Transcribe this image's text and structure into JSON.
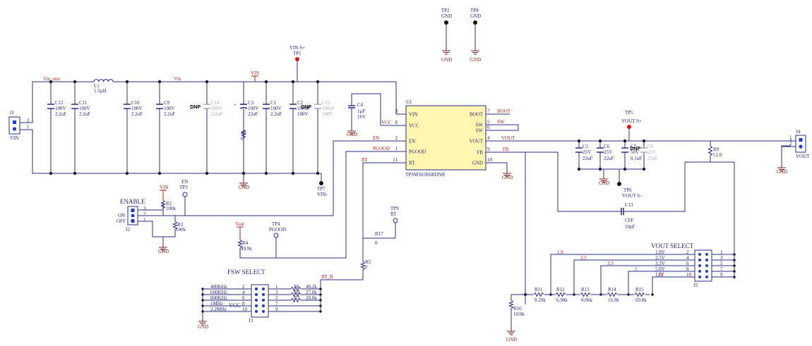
{
  "nets": {
    "vin_emi": "Vin_emi",
    "vin": "Vin",
    "vin_pwr": "VIN",
    "vcc": "VCC",
    "en": "EN",
    "pgood": "PGOOD",
    "rt": "RT",
    "boot": "BOOT",
    "sw": "SW",
    "vout": "VOUT",
    "vout_pwr": "Vout",
    "fb": "FB",
    "rt_r": "RT_R"
  },
  "gnd_label": "GND",
  "dnp_label": "DNP",
  "connectors": {
    "j1": {
      "ref": "J1",
      "name": "VIN",
      "pins": [
        "2",
        "1"
      ]
    },
    "j4": {
      "ref": "J4",
      "name": "VOUT",
      "pins": [
        "1",
        "2"
      ]
    },
    "j2": {
      "ref": "J2",
      "title": "ENABLE",
      "pins": [
        "3",
        "2",
        "1"
      ],
      "labels": [
        "ON",
        "OFF"
      ]
    },
    "j3": {
      "ref": "J3",
      "title": "FSW SELECT"
    },
    "j5": {
      "ref": "J5",
      "title": "VOUT SELECT"
    }
  },
  "inductor": {
    "ref": "L1",
    "value": "1.5µH"
  },
  "input_caps": [
    {
      "ref": "C12",
      "v": "100V",
      "val": "2.2uF"
    },
    {
      "ref": "C11",
      "v": "100V",
      "val": "2.2uF"
    },
    {
      "ref": "C10",
      "v": "100V",
      "val": "2.2uF"
    },
    {
      "ref": "C9",
      "v": "100V",
      "val": "2.2uF"
    },
    {
      "ref": "C14",
      "v": "100V",
      "val": "2.2uF"
    },
    {
      "ref": "C3",
      "v": "100V",
      "val": "22uF"
    },
    {
      "ref": "C1",
      "v": "100V",
      "val": "2.2uF"
    },
    {
      "ref": "C2",
      "v": "100nF",
      "val": "100V"
    },
    {
      "ref": "C15",
      "v": "100nF",
      "val": "100V"
    }
  ],
  "r1": {
    "ref": "R1",
    "val": "0"
  },
  "c4": {
    "ref": "C4",
    "v": "1µF",
    "val": "16V"
  },
  "u1": {
    "ref": "U1",
    "part": "TPSM365R6RDNR",
    "left_pins": [
      {
        "num": "3",
        "name": "VIN"
      },
      {
        "num": "8",
        "name": "VCC"
      },
      {
        "num": "2",
        "name": "EN"
      },
      {
        "num": "1",
        "name": "PGOOD"
      },
      {
        "num": "11",
        "name": "RT"
      }
    ],
    "right_pins": [
      {
        "num": "7",
        "name": "BOOT"
      },
      {
        "num": "5",
        "name": "SW"
      },
      {
        "num": "6",
        "name": "SW"
      },
      {
        "num": "4",
        "name": "VOUT"
      },
      {
        "num": "9",
        "name": "FB"
      },
      {
        "num": "10",
        "name": "GND"
      }
    ]
  },
  "output_caps": [
    {
      "ref": "C5",
      "v": "25V",
      "val": "22uF"
    },
    {
      "ref": "C6",
      "v": "25V",
      "val": "22uF"
    },
    {
      "ref": "C7",
      "v": "50V",
      "val": "0.1uF"
    },
    {
      "ref": "C8",
      "v": "25V",
      "val": "22uF"
    }
  ],
  "c13": {
    "ref": "C13",
    "name": "CFF",
    "val": "10pF"
  },
  "r9": {
    "ref": "R9",
    "val": "51.0"
  },
  "testpoints": {
    "tp1": {
      "ref": "TP1",
      "name": "VIN S+"
    },
    "tp2": {
      "ref": "TP2",
      "name": "GND"
    },
    "tp3": {
      "ref": "TP3",
      "name": "EN"
    },
    "tp4": {
      "ref": "TP4",
      "name": "PGOOD"
    },
    "tp5": {
      "ref": "TP5",
      "name": "VOUT S+"
    },
    "tp6": {
      "ref": "TP6",
      "name": "VOUT S-"
    },
    "tp7": {
      "ref": "TP7",
      "name": "VIN-"
    },
    "tp8": {
      "ref": "TP8",
      "name": "GND"
    },
    "tp9": {
      "ref": "TP9",
      "name": "RT"
    }
  },
  "enable_res": [
    {
      "ref": "R2",
      "val": "100k"
    },
    {
      "ref": "R3",
      "val": "100k"
    }
  ],
  "r4": {
    "ref": "R4",
    "val": "49.9k"
  },
  "r5": {
    "ref": "R5",
    "val": "0"
  },
  "r17": {
    "ref": "R17",
    "val": "0"
  },
  "fsw_rows": [
    {
      "label": "400KHz",
      "pl": "2",
      "pr": "1",
      "ref": "R6",
      "val": "40.2k"
    },
    {
      "label": "600KHz",
      "pl": "4",
      "pr": "3",
      "ref": "R8",
      "val": "27.0k"
    },
    {
      "label": "800KHz",
      "pl": "6",
      "pr": "5",
      "ref": "R7",
      "val": "20.0k"
    },
    {
      "label": "1MHz",
      "pl": "8",
      "pr": "7",
      "ref": "",
      "val": ""
    },
    {
      "label": "2.2MHz",
      "pl": "10",
      "pr": "9",
      "ref": "",
      "val": ""
    }
  ],
  "vsel_rows": [
    {
      "label": "1.8V",
      "pl": "2",
      "pr": "1"
    },
    {
      "label": "2.5V",
      "pl": "4",
      "pr": "3"
    },
    {
      "label": "3.3V",
      "pl": "6",
      "pr": "5"
    },
    {
      "label": "5.0V",
      "pl": "8",
      "pr": "7"
    },
    {
      "label": "12V",
      "pl": "10",
      "pr": "9"
    }
  ],
  "vsel_nets": [
    "1.8",
    "2.5",
    "3.3",
    "5",
    "12"
  ],
  "fb_res": [
    {
      "ref": "R11",
      "val": "8.20k"
    },
    {
      "ref": "R12",
      "val": "6.98k"
    },
    {
      "ref": "R13",
      "val": "8.06k"
    },
    {
      "ref": "R14",
      "val": "16.9k"
    },
    {
      "ref": "R15",
      "val": "69.8k"
    }
  ],
  "r16": {
    "ref": "R16",
    "val": "10.0k"
  }
}
